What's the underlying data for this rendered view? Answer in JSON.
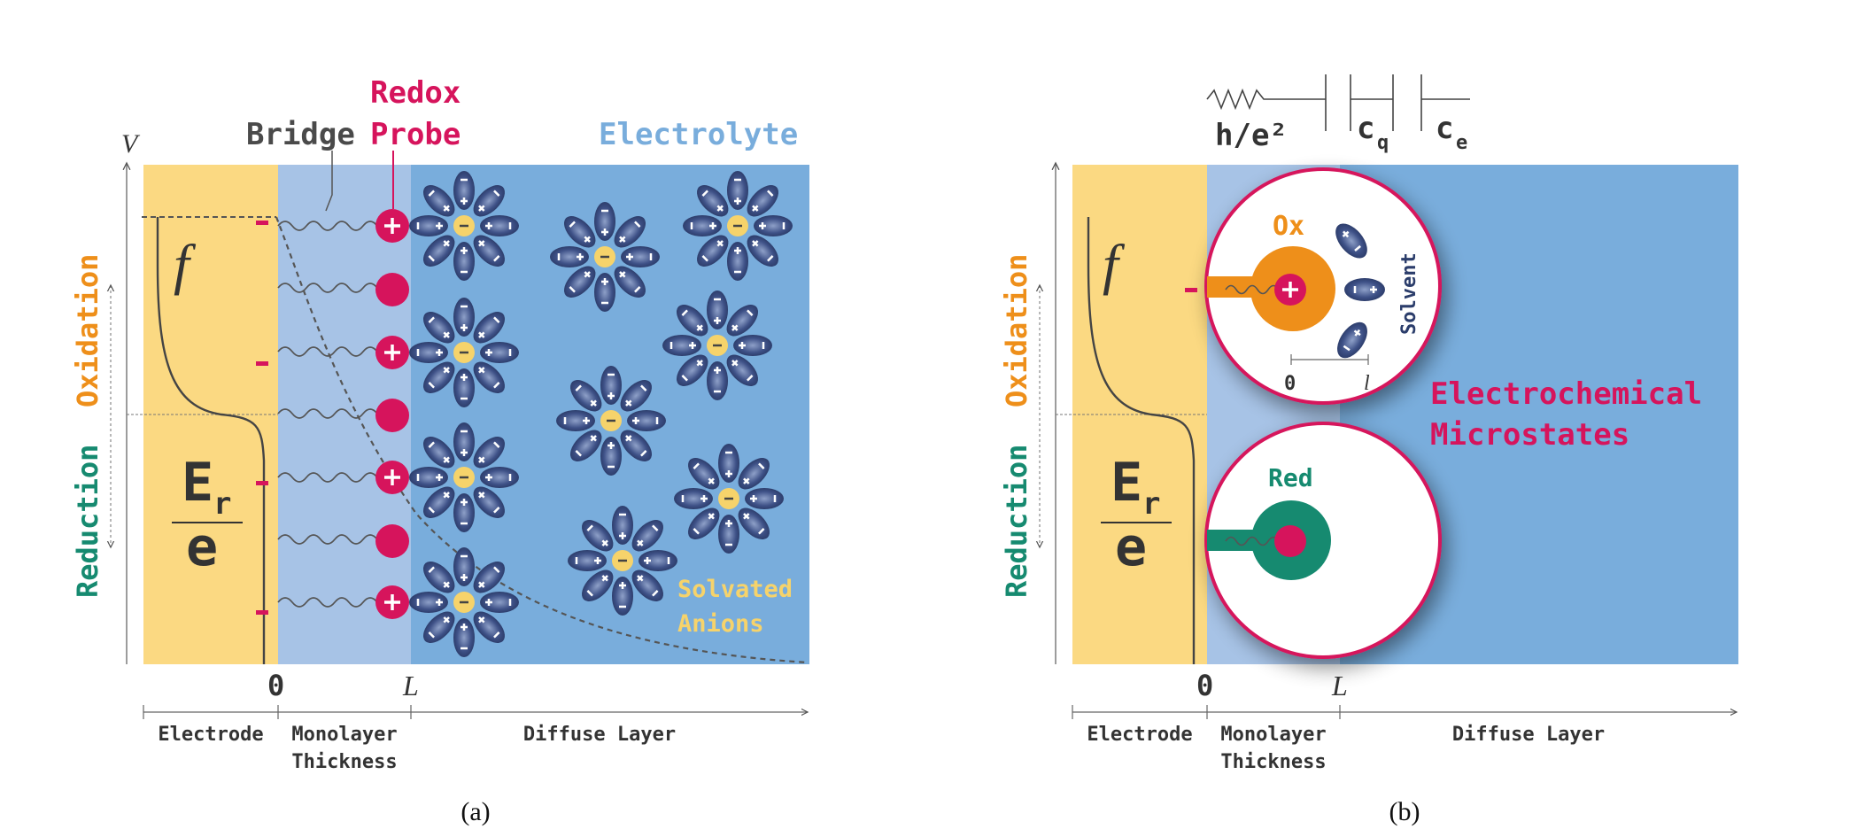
{
  "panel_a": {
    "caption": "(a)",
    "v_label": "V",
    "f_label": "f",
    "er_numerator": "E",
    "er_subscript": "r",
    "er_denominator": "e",
    "oxidation": "Oxidation",
    "reduction": "Reduction",
    "bridge": "Bridge",
    "redox_line1": "Redox",
    "redox_line2": "Probe",
    "electrolyte": "Electrolyte",
    "solvated_line1": "Solvated",
    "solvated_line2": "Anions",
    "zero": "0",
    "L": "L",
    "electrode": "Electrode",
    "monolayer_line1": "Monolayer",
    "monolayer_line2": "Thickness",
    "diffuse": "Diffuse Layer"
  },
  "panel_b": {
    "caption": "(b)",
    "f_label": "f",
    "er_numerator": "E",
    "er_subscript": "r",
    "er_denominator": "e",
    "oxidation": "Oxidation",
    "reduction": "Reduction",
    "circuit_resistor": "h/e²",
    "cq_main": "c",
    "cq_sub": "q",
    "ce_main": "c",
    "ce_sub": "e",
    "ox": "Ox",
    "red": "Red",
    "solvent": "Solvent",
    "scale_zero": "0",
    "scale_l": "l",
    "microstates_line1": "Electrochemical",
    "microstates_line2": "Microstates",
    "zero": "0",
    "L": "L",
    "electrode": "Electrode",
    "monolayer_line1": "Monolayer",
    "monolayer_line2": "Thickness",
    "diffuse": "Diffuse Layer"
  },
  "colors": {
    "electrode": "#fbd982",
    "monolayer": "#a7c3e6",
    "electrolyte": "#79addc",
    "probe": "#d6145c",
    "oxidation": "#ee8f1a",
    "reduction": "#168a70",
    "dark_text": "#3a3a3a",
    "ion": "#2b3d6b",
    "anion_core": "#f6d36b"
  },
  "icons": {
    "probe_positive": "plus-icon",
    "probe_neutral": "circle-icon",
    "solvated_anion": "flower-ion-icon",
    "resistor": "resistor-icon",
    "capacitor": "capacitor-icon"
  }
}
